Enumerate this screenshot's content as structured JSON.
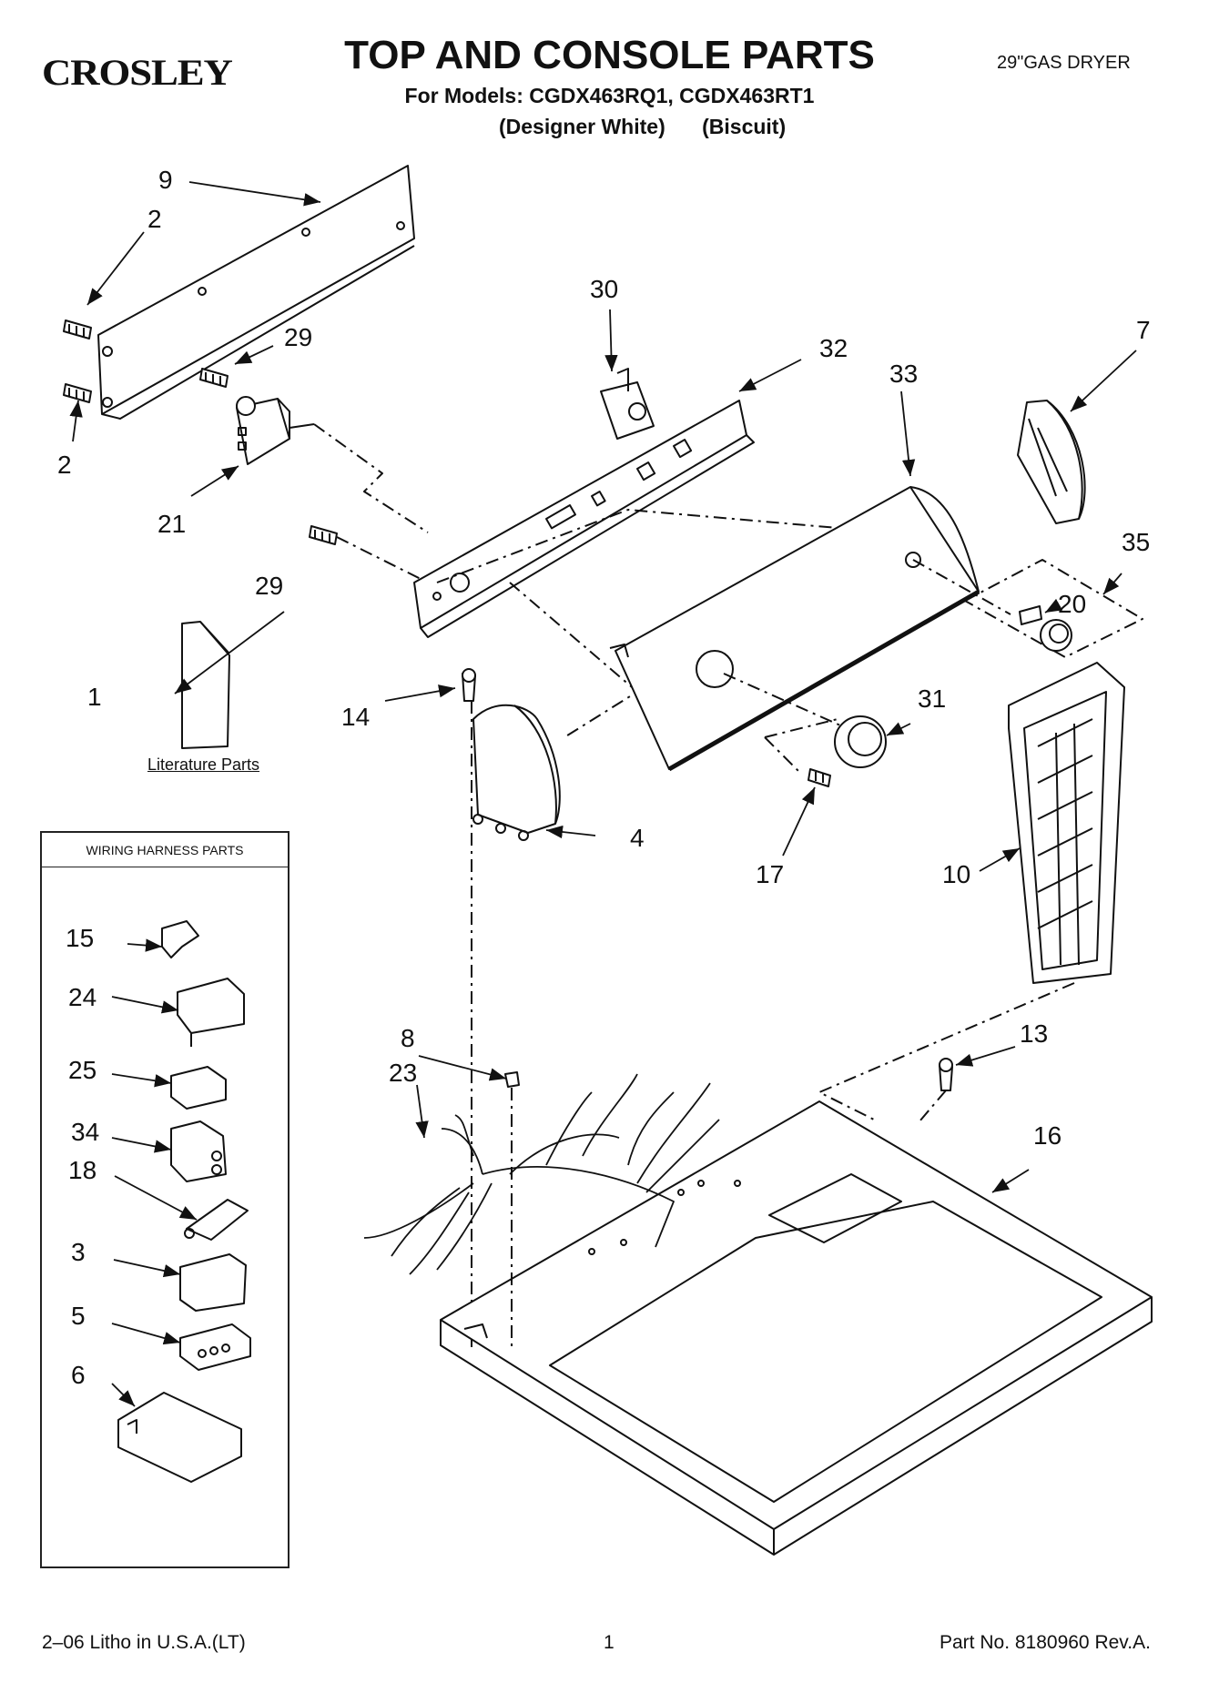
{
  "header": {
    "brand": "CROSLEY",
    "title": "TOP AND CONSOLE PARTS",
    "subtitle": "For Models: CGDX463RQ1, CGDX463RT1",
    "variants": [
      "(Designer White)",
      "(Biscuit)"
    ],
    "product": "29\"GAS DRYER"
  },
  "literature_label": "Literature Parts",
  "harness_box_title": "WIRING HARNESS PARTS",
  "callouts": [
    {
      "id": "c9",
      "label": "9"
    },
    {
      "id": "c2a",
      "label": "2"
    },
    {
      "id": "c2b",
      "label": "2"
    },
    {
      "id": "c29a",
      "label": "29"
    },
    {
      "id": "c29b",
      "label": "29"
    },
    {
      "id": "c21",
      "label": "21"
    },
    {
      "id": "c30",
      "label": "30"
    },
    {
      "id": "c32",
      "label": "32"
    },
    {
      "id": "c33",
      "label": "33"
    },
    {
      "id": "c7",
      "label": "7"
    },
    {
      "id": "c35",
      "label": "35"
    },
    {
      "id": "c20",
      "label": "20"
    },
    {
      "id": "c1",
      "label": "1"
    },
    {
      "id": "c14",
      "label": "14"
    },
    {
      "id": "c31",
      "label": "31"
    },
    {
      "id": "c4",
      "label": "4"
    },
    {
      "id": "c17",
      "label": "17"
    },
    {
      "id": "c10",
      "label": "10"
    },
    {
      "id": "c15",
      "label": "15"
    },
    {
      "id": "c24",
      "label": "24"
    },
    {
      "id": "c25",
      "label": "25"
    },
    {
      "id": "c34",
      "label": "34"
    },
    {
      "id": "c18",
      "label": "18"
    },
    {
      "id": "c3",
      "label": "3"
    },
    {
      "id": "c5",
      "label": "5"
    },
    {
      "id": "c6",
      "label": "6"
    },
    {
      "id": "c8",
      "label": "8"
    },
    {
      "id": "c23",
      "label": "23"
    },
    {
      "id": "c13",
      "label": "13"
    },
    {
      "id": "c16",
      "label": "16"
    }
  ],
  "footer": {
    "litho": "2–06 Litho in U.S.A.(LT)",
    "page": "1",
    "part_no": "Part No. 8180960 Rev.A."
  }
}
